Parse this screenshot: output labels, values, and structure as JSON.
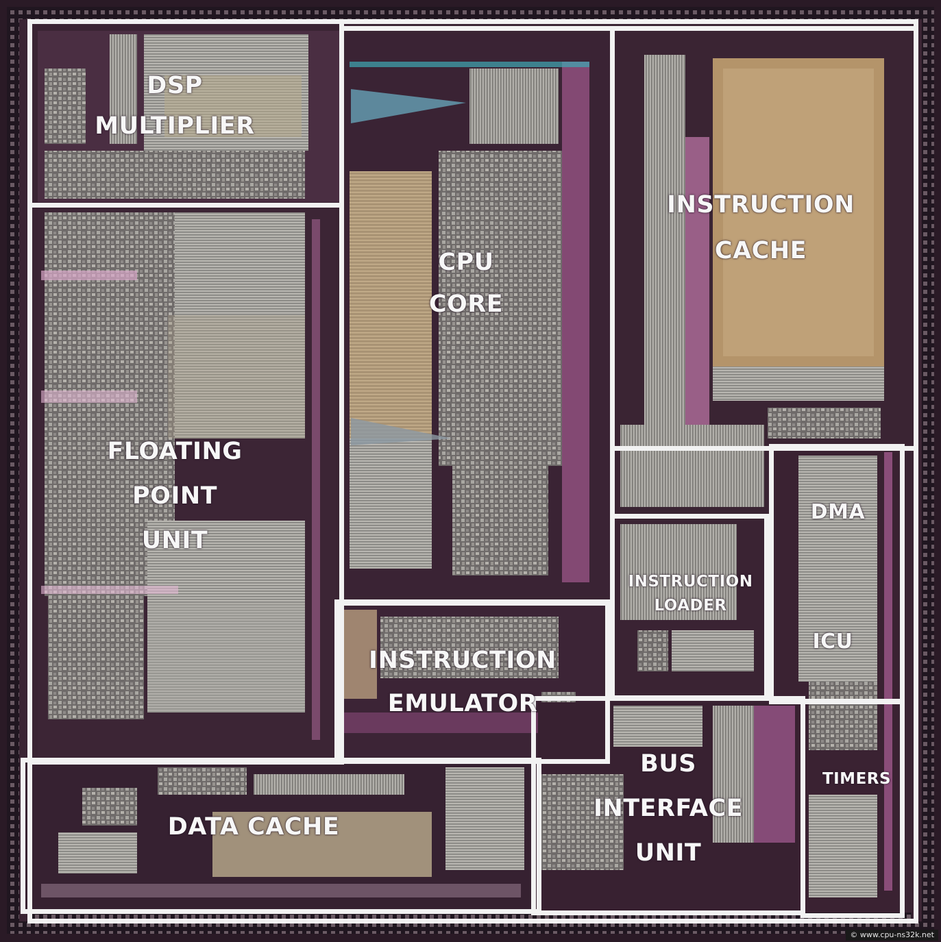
{
  "blocks": {
    "dsp_multiplier": [
      "DSP",
      "MULTIPLIER"
    ],
    "floating_point_unit": [
      "FLOATING",
      "POINT",
      "UNIT"
    ],
    "cpu_core": [
      "CPU",
      "CORE"
    ],
    "instruction_cache": [
      "INSTRUCTION",
      "CACHE"
    ],
    "instruction_emulator": [
      "INSTRUCTION",
      "EMULATOR"
    ],
    "instruction_loader": [
      "INSTRUCTION",
      "LOADER"
    ],
    "dma": "DMA",
    "icu": "ICU",
    "timers": "TIMERS",
    "data_cache": "DATA CACHE",
    "bus_interface_unit": [
      "BUS",
      "INTERFACE",
      "UNIT"
    ]
  },
  "credit": "© www.cpu-ns32k.net",
  "colors": {
    "die_dark": "#2a1a26",
    "metal_magenta": "#c06aa8",
    "metal_grey": "#9a9a96",
    "cache_gold": "#b9a07a",
    "outline_white": "#f2f2f2"
  }
}
